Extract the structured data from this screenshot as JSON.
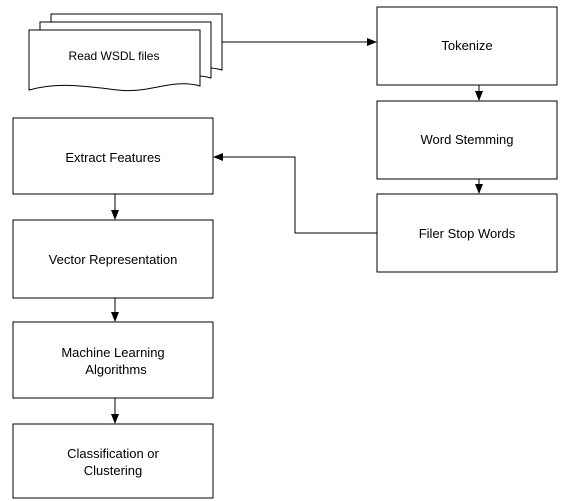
{
  "diagram": {
    "nodes": {
      "read_wsdl": {
        "label": "Read WSDL files"
      },
      "tokenize": {
        "label": "Tokenize"
      },
      "word_stemming": {
        "label": "Word Stemming"
      },
      "filter_stop_words": {
        "label": "Filer Stop Words"
      },
      "extract_features": {
        "label": "Extract Features"
      },
      "vector_representation": {
        "label": "Vector Representation"
      },
      "machine_learning": {
        "label_line1": "Machine Learning",
        "label_line2": "Algorithms"
      },
      "classification": {
        "label_line1": "Classification or",
        "label_line2": "Clustering"
      }
    },
    "colors": {
      "stroke": "#000000",
      "fill": "#ffffff",
      "text": "#000000"
    }
  }
}
